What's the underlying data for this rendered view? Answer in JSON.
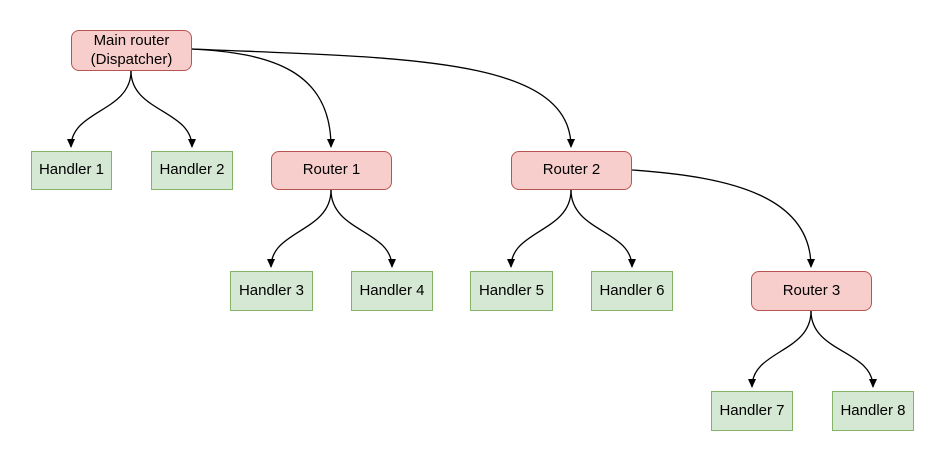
{
  "diagram": {
    "type": "tree-flowchart",
    "colors": {
      "background": "#ffffff",
      "router_fill": "#f8cecc",
      "router_border": "#b85450",
      "handler_fill": "#d5e8d4",
      "handler_border": "#82b366",
      "edge": "#000000",
      "text": "#000000"
    },
    "nodes": [
      {
        "id": "main-router",
        "label": "Main router\n(Dispatcher)",
        "type": "router"
      },
      {
        "id": "handler-1",
        "label": "Handler 1",
        "type": "handler"
      },
      {
        "id": "handler-2",
        "label": "Handler 2",
        "type": "handler"
      },
      {
        "id": "router-1",
        "label": "Router 1",
        "type": "router"
      },
      {
        "id": "router-2",
        "label": "Router 2",
        "type": "router"
      },
      {
        "id": "handler-3",
        "label": "Handler 3",
        "type": "handler"
      },
      {
        "id": "handler-4",
        "label": "Handler 4",
        "type": "handler"
      },
      {
        "id": "handler-5",
        "label": "Handler 5",
        "type": "handler"
      },
      {
        "id": "handler-6",
        "label": "Handler 6",
        "type": "handler"
      },
      {
        "id": "router-3",
        "label": "Router 3",
        "type": "router"
      },
      {
        "id": "handler-7",
        "label": "Handler 7",
        "type": "handler"
      },
      {
        "id": "handler-8",
        "label": "Handler 8",
        "type": "handler"
      }
    ],
    "edges": [
      {
        "from": "main-router",
        "to": "handler-1"
      },
      {
        "from": "main-router",
        "to": "handler-2"
      },
      {
        "from": "main-router",
        "to": "router-1"
      },
      {
        "from": "main-router",
        "to": "router-2"
      },
      {
        "from": "router-1",
        "to": "handler-3"
      },
      {
        "from": "router-1",
        "to": "handler-4"
      },
      {
        "from": "router-2",
        "to": "handler-5"
      },
      {
        "from": "router-2",
        "to": "handler-6"
      },
      {
        "from": "router-2",
        "to": "router-3"
      },
      {
        "from": "router-3",
        "to": "handler-7"
      },
      {
        "from": "router-3",
        "to": "handler-8"
      }
    ]
  }
}
